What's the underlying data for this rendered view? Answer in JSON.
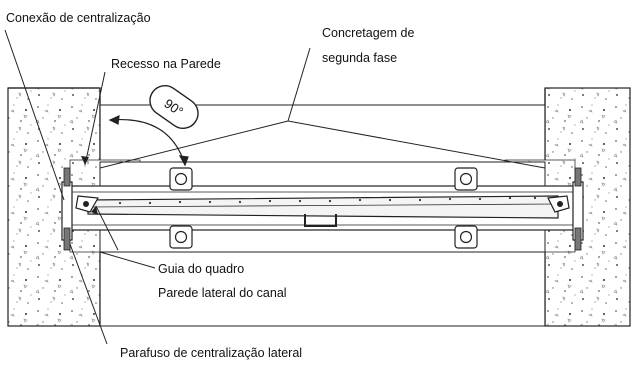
{
  "labels": {
    "centering_connection": "Conexão de centralização",
    "wall_recess": "Recesso na Parede",
    "second_phase_concrete_line1": "Concretagem de",
    "second_phase_concrete_line2": "segunda fase",
    "frame_guide": "Guia do quadro",
    "channel_side_wall": "Parede lateral do canal",
    "lateral_centering_screw": "Parafuso de centralização lateral"
  },
  "angle_label": "90°"
}
